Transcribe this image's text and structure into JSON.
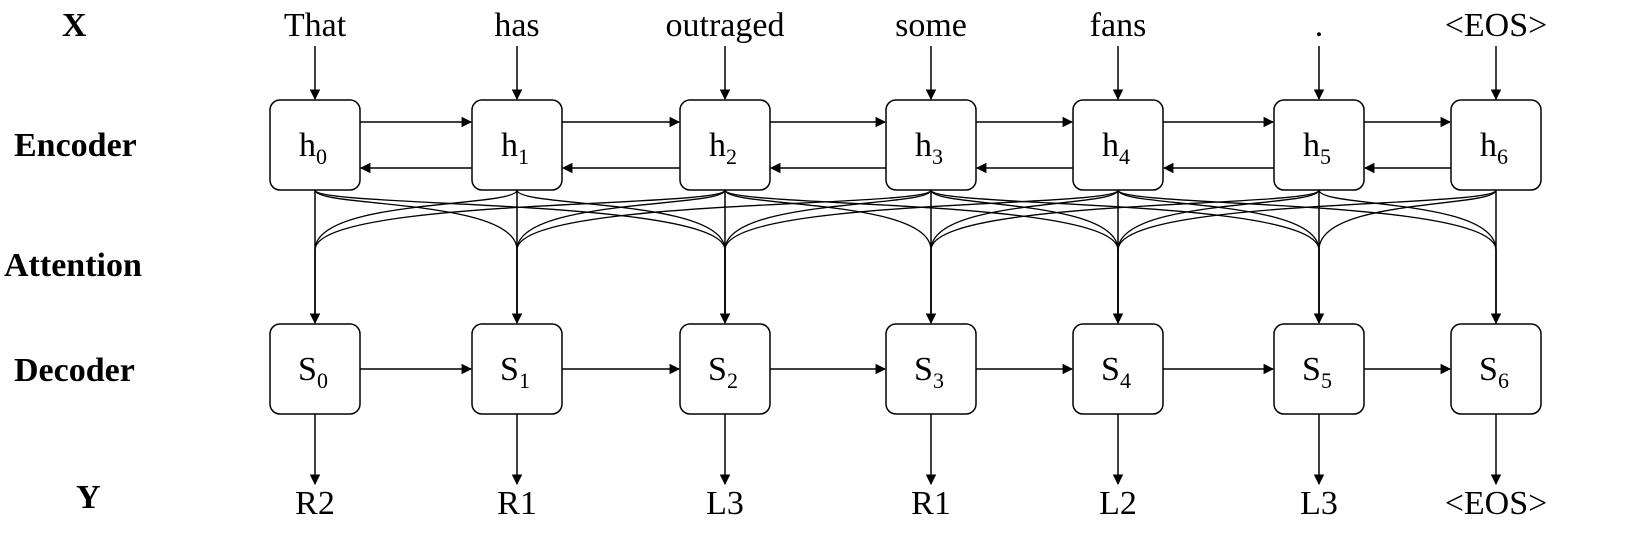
{
  "row_labels": {
    "x": "X",
    "encoder": "Encoder",
    "attention": "Attention",
    "decoder": "Decoder",
    "y": "Y"
  },
  "inputs": [
    "That",
    "has",
    "outraged",
    "some",
    "fans",
    ".",
    "<EOS>"
  ],
  "encoder_cells": [
    {
      "base": "h",
      "sub": "0"
    },
    {
      "base": "h",
      "sub": "1"
    },
    {
      "base": "h",
      "sub": "2"
    },
    {
      "base": "h",
      "sub": "3"
    },
    {
      "base": "h",
      "sub": "4"
    },
    {
      "base": "h",
      "sub": "5"
    },
    {
      "base": "h",
      "sub": "6"
    }
  ],
  "decoder_cells": [
    {
      "base": "S",
      "sub": "0"
    },
    {
      "base": "S",
      "sub": "1"
    },
    {
      "base": "S",
      "sub": "2"
    },
    {
      "base": "S",
      "sub": "3"
    },
    {
      "base": "S",
      "sub": "4"
    },
    {
      "base": "S",
      "sub": "5"
    },
    {
      "base": "S",
      "sub": "6"
    }
  ],
  "outputs": [
    "R2",
    "R1",
    "L3",
    "R1",
    "L2",
    "L3",
    "<EOS>"
  ],
  "attention_links": [
    [
      0,
      1
    ],
    [
      0,
      2
    ],
    [
      1,
      0
    ],
    [
      1,
      2
    ],
    [
      2,
      0
    ],
    [
      2,
      1
    ],
    [
      2,
      3
    ],
    [
      2,
      4
    ],
    [
      3,
      1
    ],
    [
      3,
      2
    ],
    [
      3,
      4
    ],
    [
      3,
      5
    ],
    [
      4,
      2
    ],
    [
      4,
      3
    ],
    [
      4,
      5
    ],
    [
      4,
      6
    ],
    [
      5,
      3
    ],
    [
      5,
      4
    ],
    [
      5,
      6
    ],
    [
      6,
      4
    ],
    [
      6,
      5
    ]
  ]
}
